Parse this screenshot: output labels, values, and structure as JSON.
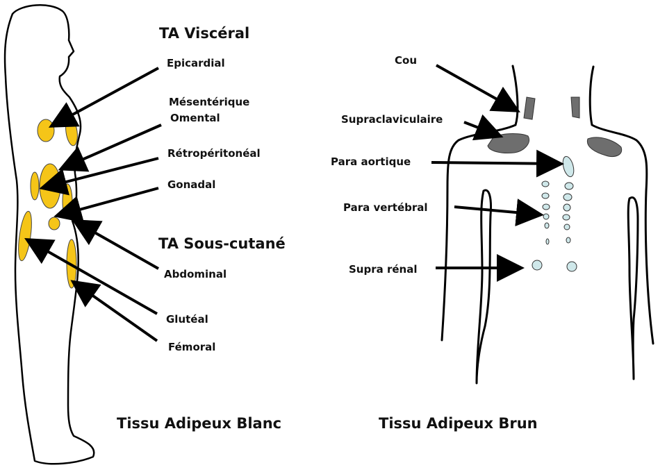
{
  "white_section": {
    "heading_visceral": "TA Viscéral",
    "heading_subcutaneous": "TA Sous-cutané",
    "labels": {
      "epicardial": "Epicardial",
      "mesenteric": "Mésentérique",
      "omental": "Omental",
      "retroperitoneal": "Rétropéritonéal",
      "gonadal": "Gonadal",
      "abdominal": "Abdominal",
      "gluteal": "Glutéal",
      "femoral": "Fémoral"
    },
    "caption": "Tissu Adipeux Blanc"
  },
  "brown_section": {
    "labels": {
      "neck": "Cou",
      "supraclavicular": "Supraclaviculaire",
      "para_aortic": "Para aortique",
      "paravertebral": "Para vertébral",
      "suprarenal": "Supra rénal"
    },
    "caption": "Tissu Adipeux Brun"
  },
  "colors": {
    "white_fat": "#f5c518",
    "brown_fat": "#6e6e6e",
    "beige_fat": "#cfe8ea",
    "outline": "#000000"
  }
}
